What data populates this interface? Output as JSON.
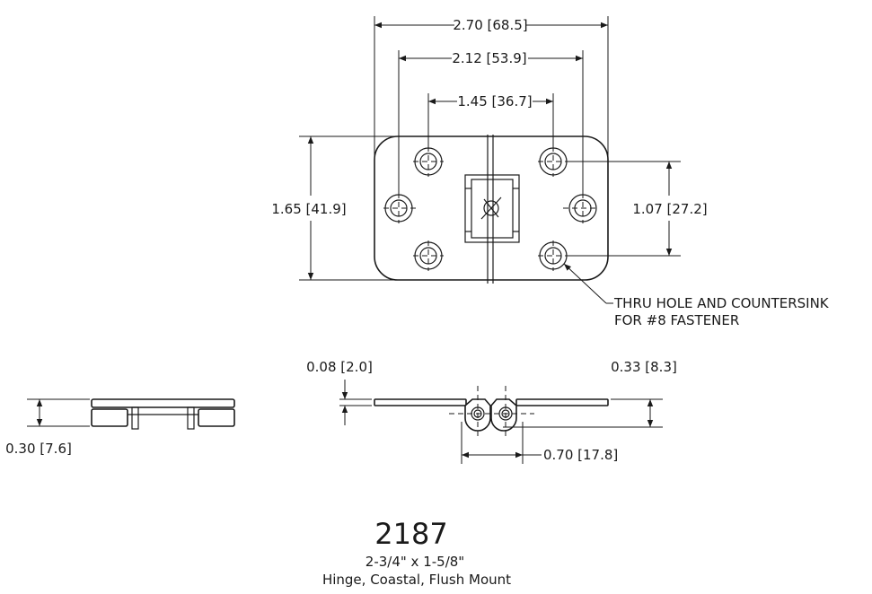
{
  "dimensions": {
    "overall_width": "2.70 [68.5]",
    "outer_hole_spacing": "2.12 [53.9]",
    "inner_hole_spacing": "1.45 [36.7]",
    "overall_height": "1.65 [41.9]",
    "hole_vertical_spacing": "1.07 [27.2]",
    "leaf_thickness": "0.08 [2.0]",
    "knuckle_height": "0.33 [8.3]",
    "knuckle_width": "0.70 [17.8]",
    "side_height": "0.30 [7.6]"
  },
  "note": {
    "line1": "THRU HOLE AND COUNTERSINK",
    "line2": "FOR #8 FASTENER"
  },
  "title": {
    "part_number": "2187",
    "size": "2-3/4\" x 1-5/8\"",
    "description": "Hinge, Coastal, Flush Mount"
  }
}
